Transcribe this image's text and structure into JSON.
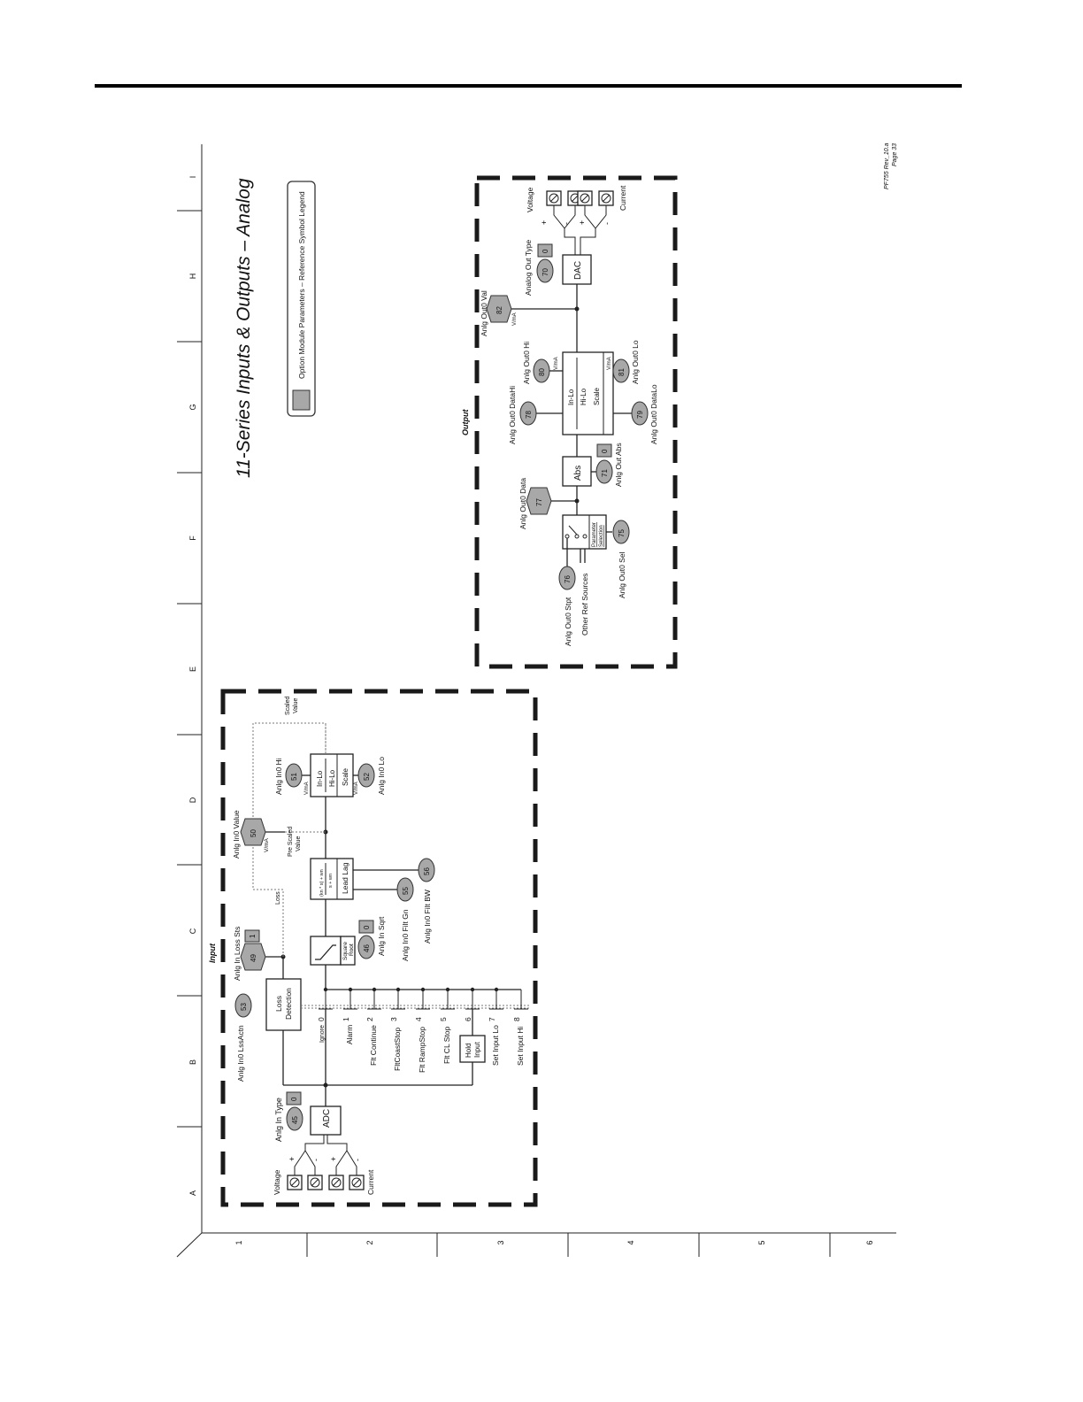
{
  "page": {
    "title": "11-Series Inputs & Outputs – Analog",
    "legend": "Option Module Parameters – Reference Symbol Legend",
    "footer_rev": "PF755 Rev_10.a",
    "footer_page": "Page 33"
  },
  "grid": {
    "rows": [
      "A",
      "B",
      "C",
      "D",
      "E",
      "F",
      "G",
      "H",
      "I"
    ],
    "cols": [
      "1",
      "2",
      "3",
      "4",
      "5",
      "6"
    ]
  },
  "input": {
    "section_label": "Input",
    "voltage": "Voltage",
    "current": "Current",
    "plus": "+",
    "minus": "-",
    "adc": "ADC",
    "in_type_label": "Anlg In Type",
    "in_type_num": "45",
    "in_type_val": "0",
    "loss_actn_label": "Anlg In0 LssActn",
    "loss_actn_num": "53",
    "loss_detection": [
      "Loss",
      "Detection"
    ],
    "loss_sts_label": "Anlg In Loss Sts",
    "loss_sts_num": "49",
    "loss_sts_val": "1",
    "loss": "Loss",
    "actions": [
      "Ignore",
      "Alarm",
      "Flt Continue",
      "FltCoastStop",
      "Flt RampStop",
      "Flt CL Stop",
      "Hold Input",
      "Set Input Lo",
      "Set Input Hi"
    ],
    "action_nums": [
      "0",
      "1",
      "2",
      "3",
      "4",
      "5",
      "6",
      "7",
      "8"
    ],
    "hold_input": [
      "Hold",
      "Input"
    ],
    "sqrt_label": "Anlg In Sqrt",
    "sqrt_num": "46",
    "sqrt_val": "0",
    "square_root": [
      "Square",
      "Root"
    ],
    "lead_lag_formula_top": "(kn * s) + wn",
    "lead_lag_formula_bot": "s + wn",
    "lead_lag": "Lead Lag",
    "filt_gn_label": "Anlg In0 Filt Gn",
    "filt_gn_num": "55",
    "filt_bw_label": "Anlg In0 Filt BW",
    "filt_bw_num": "56",
    "pre_scaled": [
      "Pre Scaled",
      "Value"
    ],
    "value_label": "Anlg In0 Value",
    "value_num": "50",
    "vma": "V/mA",
    "in_lo": "In-Lo",
    "hi_lo": "Hi-Lo",
    "scale": "Scale",
    "hi_label": "Anlg In0 Hi",
    "hi_num": "51",
    "lo_label": "Anlg In0 Lo",
    "lo_num": "52",
    "scaled": [
      "Scaled",
      "Value"
    ]
  },
  "output": {
    "section_label": "Output",
    "stpt_label": "Anlg Out0 Stpt",
    "stpt_num": "76",
    "other_ref": "Other Ref Sources",
    "sel_label": "Anlg Out0 Sel",
    "sel_num": "75",
    "param_selection": [
      "Parameter",
      "Selection"
    ],
    "data_label": "Anlg Out0 Data",
    "data_num": "77",
    "abs": "Abs",
    "abs_label": "Anlg Out Abs",
    "abs_num": "71",
    "abs_val": "0",
    "datahi_label": "Anlg Out0 DataHi",
    "datahi_num": "78",
    "datalo_label": "Anlg Out0 DataLo",
    "datalo_num": "79",
    "in_lo": "In-Lo",
    "hi_lo": "Hi-Lo",
    "scale": "Scale",
    "hi_label": "Anlg Out0 Hi",
    "hi_num": "80",
    "lo_label": "Anlg Out0 Lo",
    "lo_num": "81",
    "vma": "V/mA",
    "val_label": "Anlg Out0 Val",
    "val_num": "82",
    "dac": "DAC",
    "type_label": "Analog Out Type",
    "type_num": "70",
    "type_val": "0",
    "voltage": "Voltage",
    "current": "Current",
    "plus": "+",
    "minus": "-"
  }
}
